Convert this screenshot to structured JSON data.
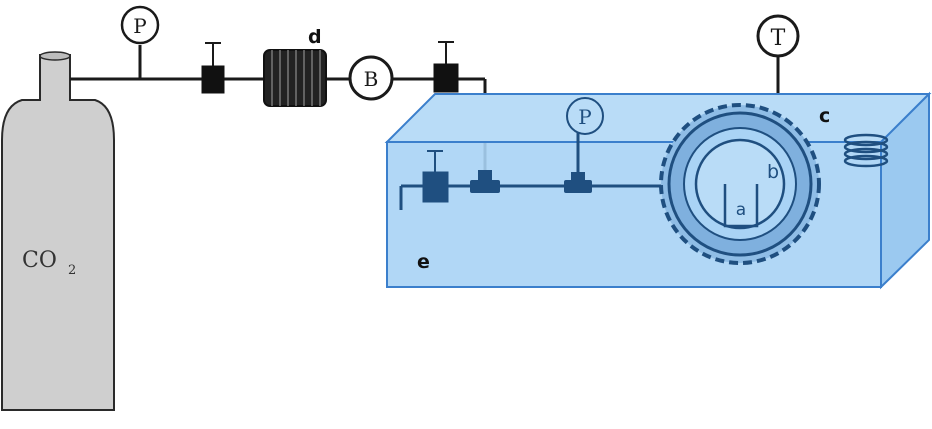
{
  "labels": {
    "cylinder": "CO",
    "cylinder_subscript": "2",
    "gauge_top": "P",
    "gauge_tank": "P",
    "thermometer": "T",
    "booster": "B",
    "coil_top": "d",
    "coil_tank": "c",
    "vessel_b": "b",
    "cup_a": "a",
    "tank": "e"
  },
  "colors": {
    "tank_fill": "#a9d3f5",
    "tank_edge": "#3b7fcc",
    "line": "#1a1a1a",
    "submerged_line": "#1f4f80",
    "cylinder_fill": "#cfcfcf"
  }
}
